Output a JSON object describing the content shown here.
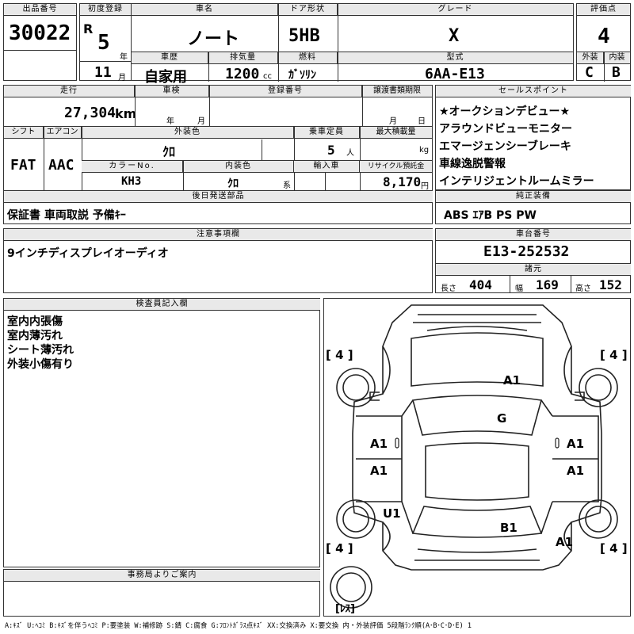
{
  "header": {
    "lot_no_label": "出品番号",
    "lot_no": "30022",
    "first_reg_label": "初度登録",
    "era": "R",
    "year": "5",
    "year_unit": "年",
    "month": "11",
    "month_unit": "月",
    "car_name_label": "車名",
    "car_name": "ノート",
    "door_label": "ドア形状",
    "door": "5HB",
    "grade_label": "グレード",
    "grade": "X",
    "score_label": "評価点",
    "score": "4",
    "history_label": "車歴",
    "history": "自家用",
    "displacement_label": "排気量",
    "displacement": "1200",
    "displacement_unit": "cc",
    "fuel_label": "燃料",
    "fuel": "ｶﾞｿﾘﾝ",
    "model_label": "型式",
    "model": "6AA-E13",
    "exterior_label": "外装",
    "exterior": "C",
    "interior_label": "内装",
    "interior": "B"
  },
  "specs": {
    "mileage_label": "走行",
    "mileage": "27,304",
    "mileage_unit": "km",
    "inspection_label": "車検",
    "inspection_year_unit": "年",
    "inspection_month_unit": "月",
    "reg_no_label": "登録番号",
    "transfer_label": "譲渡書類期限",
    "transfer_month_unit": "月",
    "transfer_day_unit": "日",
    "shift_label": "シフト",
    "shift": "FAT",
    "ac_label": "エアコン",
    "ac": "AAC",
    "ext_color_label": "外装色",
    "ext_color": "ｸﾛ",
    "capacity_label": "乗車定員",
    "capacity": "5",
    "capacity_unit": "人",
    "max_load_label": "最大積載量",
    "max_load_unit": "kg",
    "color_no_label": "カラーNo.",
    "color_no": "KH3",
    "int_color_label": "内装色",
    "int_color": "ｸﾛ",
    "int_color_unit": "系",
    "import_label": "輸入車",
    "recycle_label": "リサイクル預託金",
    "recycle": "8,170",
    "recycle_unit": "円",
    "later_parts_label": "後日発送部品",
    "later_parts": "保証書 車両取説 予備ｷｰ"
  },
  "sales_points": {
    "label": "セールスポイント",
    "items": [
      "★オークションデビュー★",
      "アラウンドビューモニター",
      "エマージェンシーブレーキ",
      "車線逸脱警報",
      "インテリジェントルームミラー"
    ]
  },
  "equipment": {
    "label": "純正装備",
    "value": "ABS ｴｱB PS PW"
  },
  "notes": {
    "label": "注意事項欄",
    "value": "9インチディスプレイオーディオ"
  },
  "chassis": {
    "label": "車台番号",
    "value": "E13-252532",
    "dims_label": "諸元",
    "length_label": "長さ",
    "length": "404",
    "width_label": "幅",
    "width": "169",
    "height_label": "高さ",
    "height": "152"
  },
  "inspector": {
    "label": "検査員記入欄",
    "lines": [
      "室内内張傷",
      "室内薄汚れ",
      "シート薄汚れ",
      "外装小傷有り"
    ]
  },
  "diagram": {
    "tire_fl": "[ 4 ]",
    "tire_fr": "[ 4 ]",
    "tire_rl": "[ 4 ]",
    "tire_rr": "[ 4 ]",
    "spare": "[ﾚｽ]",
    "marks": {
      "hood": "A1",
      "windshield": "G",
      "left_front_door": "A1",
      "left_rear_door": "A1",
      "right_front_door": "A1",
      "right_rear_door": "A1",
      "left_rear_fender": "U1",
      "roof": "B1",
      "right_rear_fender": "A1"
    }
  },
  "office": {
    "label": "事務局よりご案内",
    "value": ""
  },
  "legend": "A:ｷｽﾞ U:ﾍｺﾐ B:ｷｽﾞを伴うﾍｺﾐ P:要塗装 W:補修跡 S:錆 C:腐食 G:ﾌﾛﾝﾄｶﾞﾗｽ点ｷｽﾞ XX:交換済み X:要交換 内・外装評価 5段階ﾗﾝｸ順(A･B･C･D･E) 1"
}
